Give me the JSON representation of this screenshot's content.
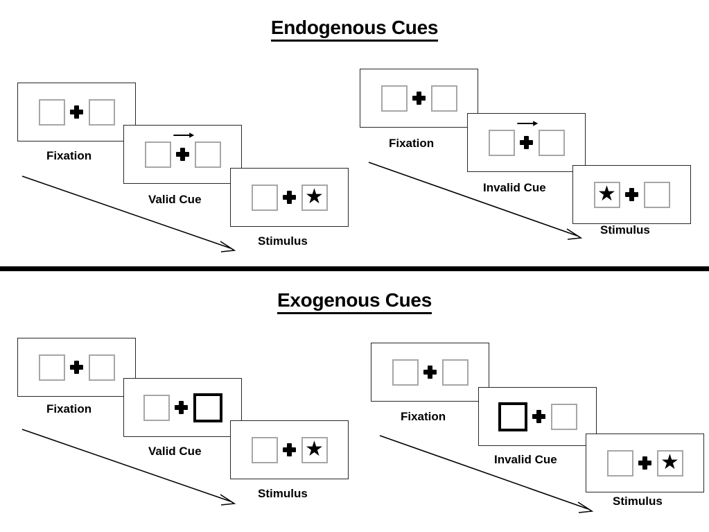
{
  "figure": {
    "title_endogenous": "Endogenous Cues",
    "title_exogenous": "Exogenous Cues",
    "divider_color": "#000000",
    "box_border_color": "#a6a6a6",
    "cued_box_border_color": "#000000",
    "panel_border_color": "#262626"
  },
  "sections": [
    {
      "id": "endogenous",
      "title": "Endogenous Cues",
      "sequences": [
        {
          "id": "endogenous-valid",
          "condition": "valid",
          "time_arrow_label": "time-progression-arrow",
          "panels": [
            {
              "caption": "Fixation",
              "left_box": "empty",
              "right_box": "empty",
              "center": "fixation-cross",
              "cue": "none"
            },
            {
              "caption": "Valid Cue",
              "left_box": "empty",
              "right_box": "empty",
              "center": "fixation-cross",
              "cue": "arrow-right"
            },
            {
              "caption": "Stimulus",
              "left_box": "empty",
              "right_box": "star",
              "center": "fixation-cross",
              "cue": "none"
            }
          ]
        },
        {
          "id": "endogenous-invalid",
          "condition": "invalid",
          "time_arrow_label": "time-progression-arrow",
          "panels": [
            {
              "caption": "Fixation",
              "left_box": "empty",
              "right_box": "empty",
              "center": "fixation-cross",
              "cue": "none"
            },
            {
              "caption": "Invalid Cue",
              "left_box": "empty",
              "right_box": "empty",
              "center": "fixation-cross",
              "cue": "arrow-right"
            },
            {
              "caption": "Stimulus",
              "left_box": "star",
              "right_box": "empty",
              "center": "fixation-cross",
              "cue": "none"
            }
          ]
        }
      ]
    },
    {
      "id": "exogenous",
      "title": "Exogenous Cues",
      "sequences": [
        {
          "id": "exogenous-valid",
          "condition": "valid",
          "time_arrow_label": "time-progression-arrow",
          "panels": [
            {
              "caption": "Fixation",
              "left_box": "empty",
              "right_box": "empty",
              "center": "fixation-cross",
              "cue": "none"
            },
            {
              "caption": "Valid Cue",
              "left_box": "empty",
              "right_box": "highlighted",
              "center": "fixation-cross",
              "cue": "box-flash-right"
            },
            {
              "caption": "Stimulus",
              "left_box": "empty",
              "right_box": "star",
              "center": "fixation-cross",
              "cue": "none"
            }
          ]
        },
        {
          "id": "exogenous-invalid",
          "condition": "invalid",
          "time_arrow_label": "time-progression-arrow",
          "panels": [
            {
              "caption": "Fixation",
              "left_box": "empty",
              "right_box": "empty",
              "center": "fixation-cross",
              "cue": "none"
            },
            {
              "caption": "Invalid Cue",
              "left_box": "highlighted",
              "right_box": "empty",
              "center": "fixation-cross",
              "cue": "box-flash-left"
            },
            {
              "caption": "Stimulus",
              "left_box": "empty",
              "right_box": "star",
              "center": "fixation-cross",
              "cue": "none"
            }
          ]
        }
      ]
    }
  ],
  "glyphs": {
    "star": "★"
  }
}
